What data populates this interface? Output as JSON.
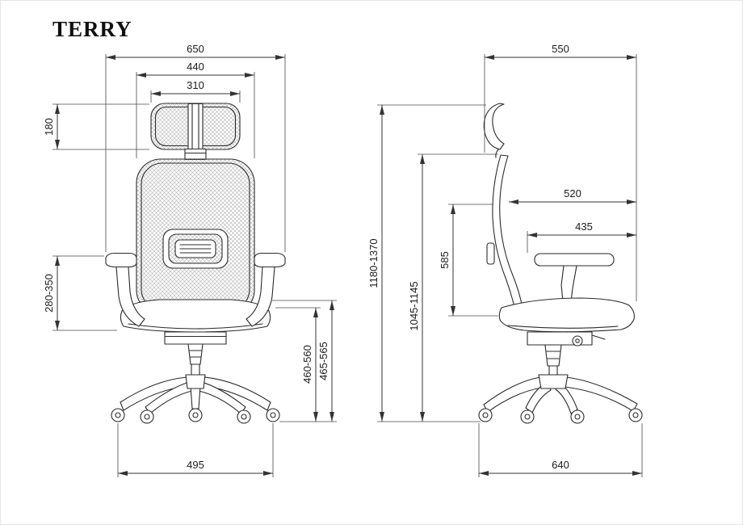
{
  "title": "TERRY",
  "views": {
    "front": {
      "dims": {
        "overall_width": "650",
        "backrest_width": "440",
        "headrest_width": "310",
        "headrest_height": "180",
        "armrest_height": "280-350",
        "seat_height_inner": "460-560",
        "seat_height_outer": "465-565",
        "base_width": "495"
      }
    },
    "side": {
      "dims": {
        "overall_depth": "550",
        "back_to_front": "520",
        "seat_depth": "435",
        "backrest_height": "585",
        "overall_height": "1180-1370",
        "backrest_top_height": "1045-1145",
        "base_depth": "640"
      }
    }
  },
  "colors": {
    "line": "#2b2b2b",
    "dimension": "#333333",
    "mesh": "#b0b0b0"
  }
}
